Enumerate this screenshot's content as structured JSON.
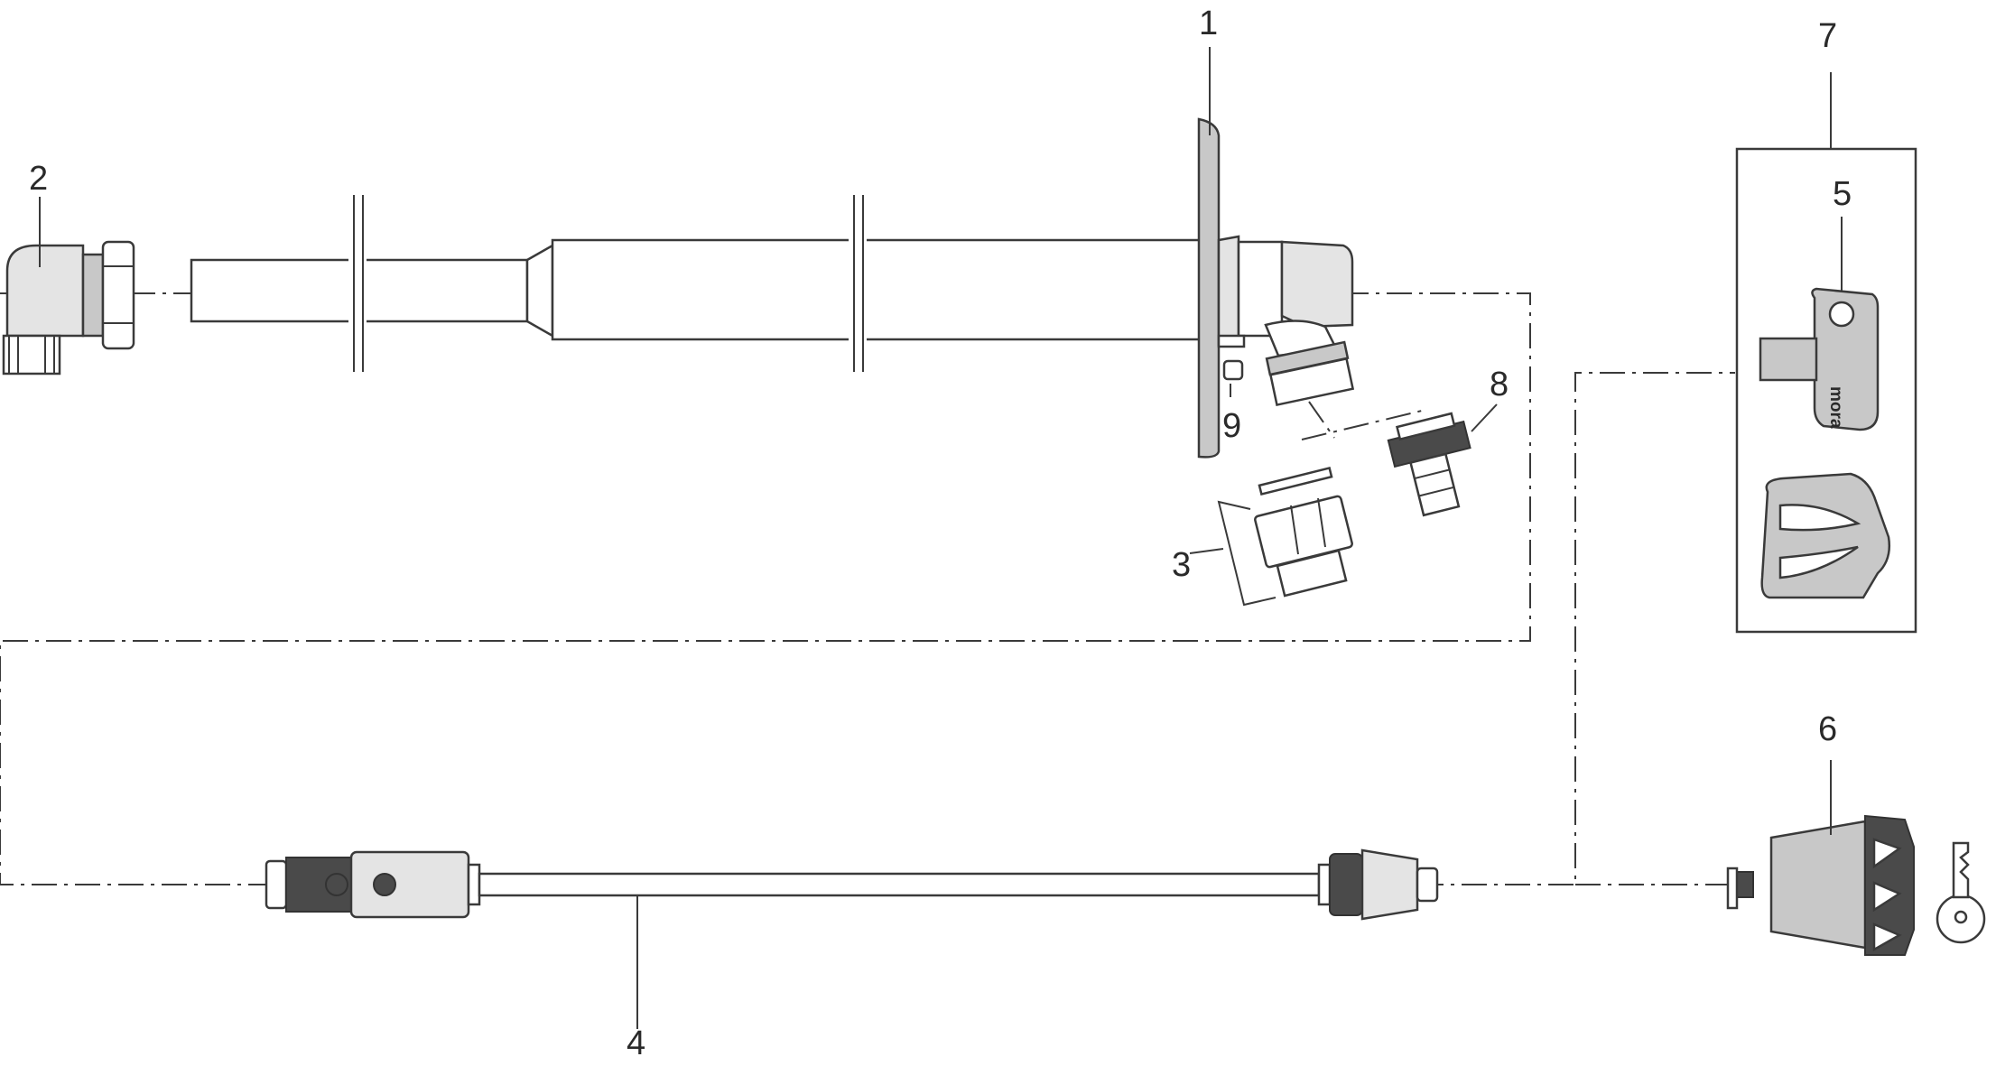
{
  "labels": {
    "part_1": "1",
    "part_2": "2",
    "part_3": "3",
    "part_4": "4",
    "part_5": "5",
    "part_6": "6",
    "part_7": "7",
    "part_8": "8",
    "part_9": "9"
  },
  "key_brand": "mora",
  "colors": {
    "line": "#3a3a3a",
    "fill_grey": "#c8c8c8",
    "fill_dark": "#4a4a4a",
    "background": "#ffffff"
  }
}
